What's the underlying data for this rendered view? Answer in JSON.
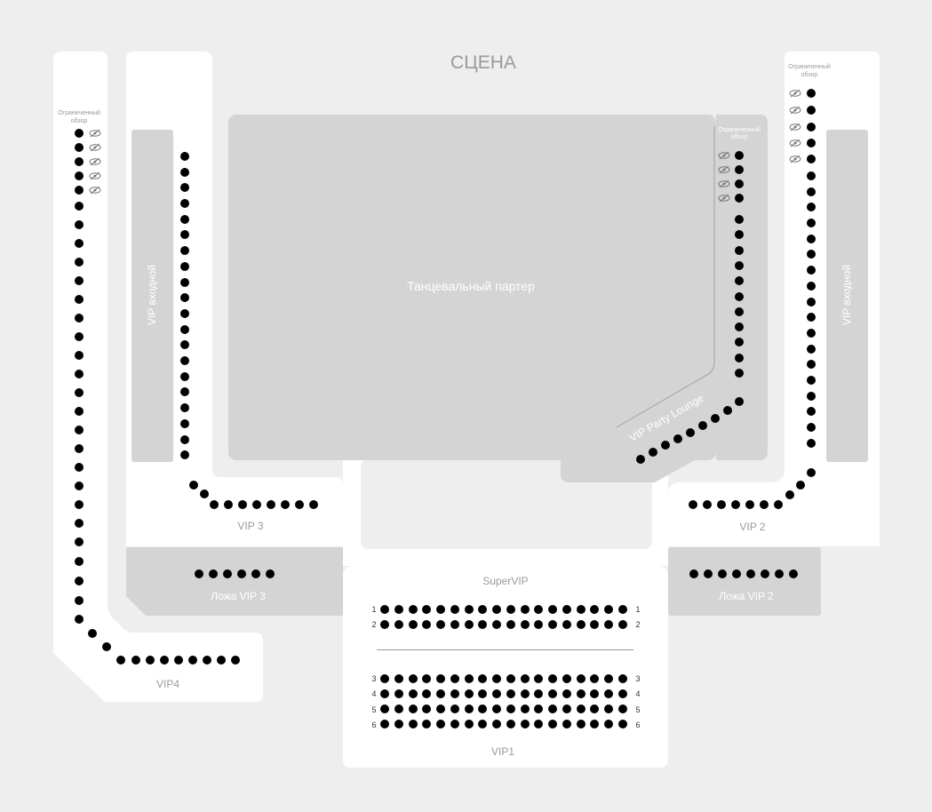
{
  "stage_label": "СЦЕНА",
  "dance_floor_label": "Танцевальный партер",
  "zones": {
    "vip3": "VIP 3",
    "vip2": "VIP 2",
    "vip4": "VIP4",
    "vip1": "VIP1",
    "super_vip": "SuperVIP",
    "loge_vip3": "Ложа VIP 3",
    "loge_vip2": "Ложа VIP 2",
    "vip_entry_left": "VIP входной",
    "vip_entry_right": "VIP входной",
    "party_lounge": "VIP Party Lounge"
  },
  "restricted_view": [
    "Ограниченный",
    "обзор"
  ],
  "vip1_rows": [
    "1",
    "2",
    "3",
    "4",
    "5",
    "6"
  ],
  "colors": {
    "background": "#eeeeee",
    "zone_light": "#ffffff",
    "zone_gray": "#d4d4d4",
    "seat": "#000000",
    "label": "#9a9a9a"
  },
  "icons": {
    "restricted_view": "eye-slash-icon"
  }
}
